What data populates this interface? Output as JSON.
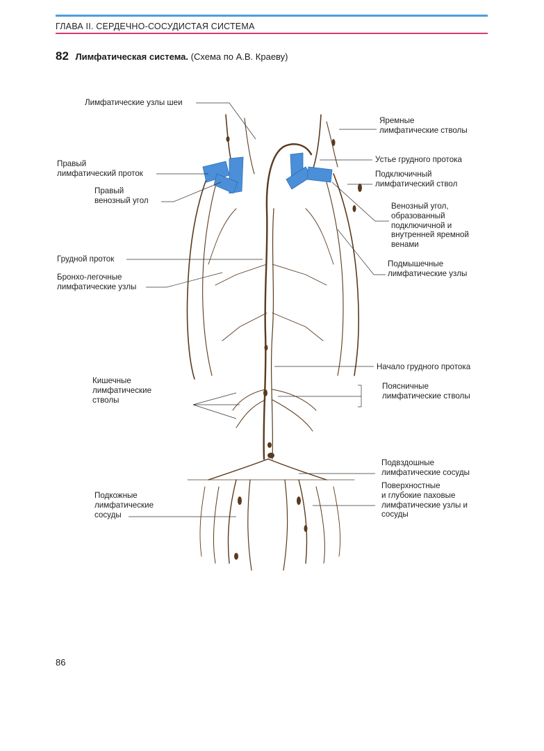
{
  "header": {
    "chapter": "ГЛАВА II. СЕРДЕЧНО-СОСУДИСТАЯ СИСТЕМА"
  },
  "figure": {
    "number": "82",
    "title": "Лимфатическая система.",
    "subtitle": "(Схема по А.В. Краеву)"
  },
  "labels_left": {
    "neck_nodes": "Лимфатические узлы шеи",
    "right_duct": "Правый\nлимфатический проток",
    "right_venous_angle": "Правый\nвенозный угол",
    "thoracic_duct": "Грудной проток",
    "bronchopulmonary": "Бронхо-легочные\nлимфатические узлы",
    "intestinal": "Кишечные\nлимфатические\nстволы",
    "subcutaneous": "Подкожные\nлимфатические\nсосуды"
  },
  "labels_right": {
    "jugular": "Яремные\nлимфатические стволы",
    "duct_mouth": "Устье грудного протока",
    "subclavian": "Подключичный\nлимфатический ствол",
    "venous_angle": "Венозный угол,\nобразованный\nподключичной и\nвнутренней яремной\nвенами",
    "axillary": "Подмышечные\nлимфатические узлы",
    "duct_start": "Начало грудного протока",
    "lumbar": "Поясничные\nлимфатические стволы",
    "iliac": "Подвздошные\nлимфатические сосуды",
    "inguinal": "Поверхностные\nи глубокие паховые\nлимфатические узлы и\nсосуды"
  },
  "footer": {
    "page_number": "86"
  },
  "colors": {
    "header_blue": "#4a9ee0",
    "header_red": "#d63a6e",
    "lymph_brown": "#5a3a1e",
    "vein_blue": "#4a8fd8"
  }
}
